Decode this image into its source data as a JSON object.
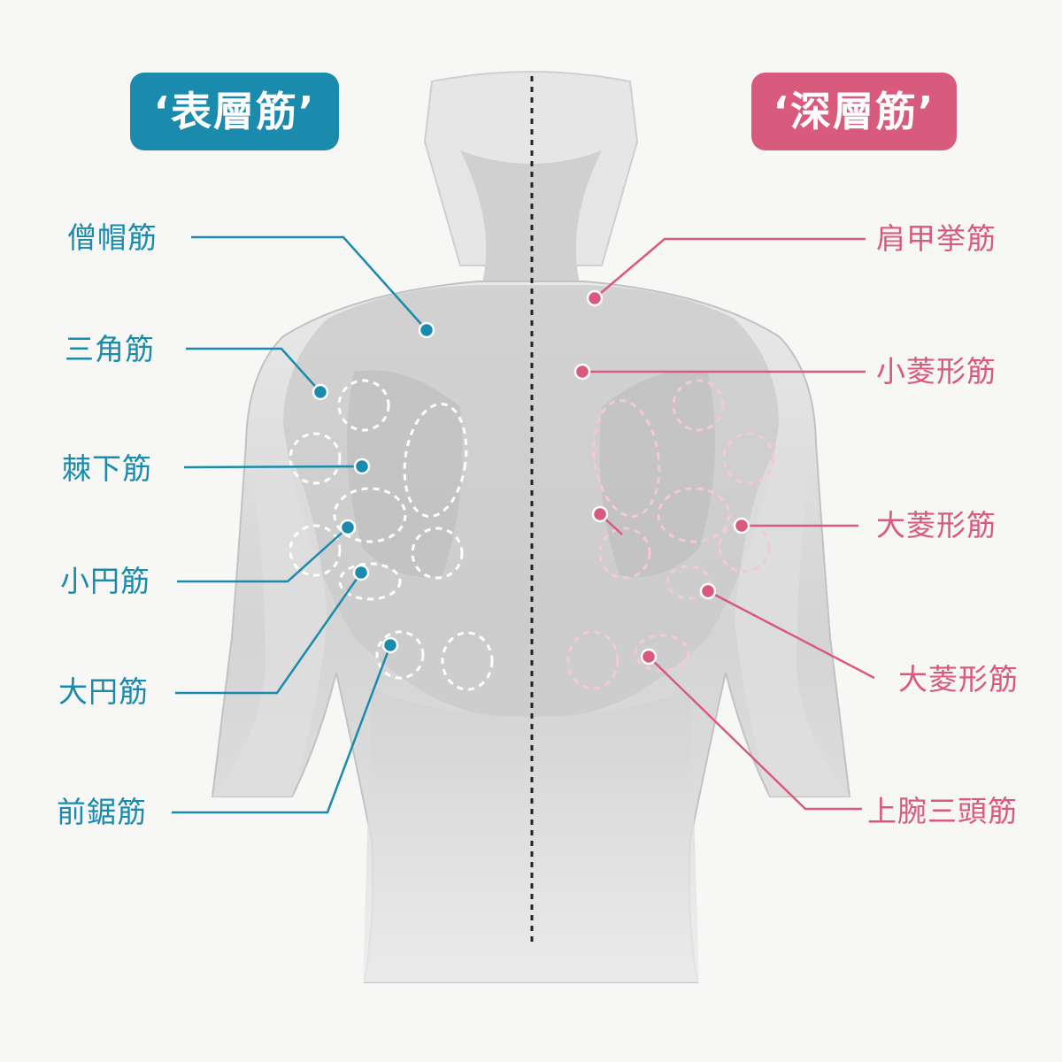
{
  "colors": {
    "superficial": "#1a8bac",
    "deep": "#d85a7d",
    "background": "#f7f7f5",
    "body_fill": "#d6d6d6",
    "body_shadow": "#bdbdbd",
    "divider": "#222222"
  },
  "badges": {
    "superficial": "‘表層筋’",
    "deep": "‘深層筋’"
  },
  "superficial_labels": [
    {
      "text": "僧帽筋"
    },
    {
      "text": "三角筋"
    },
    {
      "text": "棘下筋"
    },
    {
      "text": "小円筋"
    },
    {
      "text": "大円筋"
    },
    {
      "text": "前鋸筋"
    }
  ],
  "deep_labels": [
    {
      "text": "肩甲挙筋"
    },
    {
      "text": "小菱形筋"
    },
    {
      "text": "大菱形筋"
    },
    {
      "text": "大菱形筋"
    },
    {
      "text": "上腕三頭筋"
    }
  ]
}
